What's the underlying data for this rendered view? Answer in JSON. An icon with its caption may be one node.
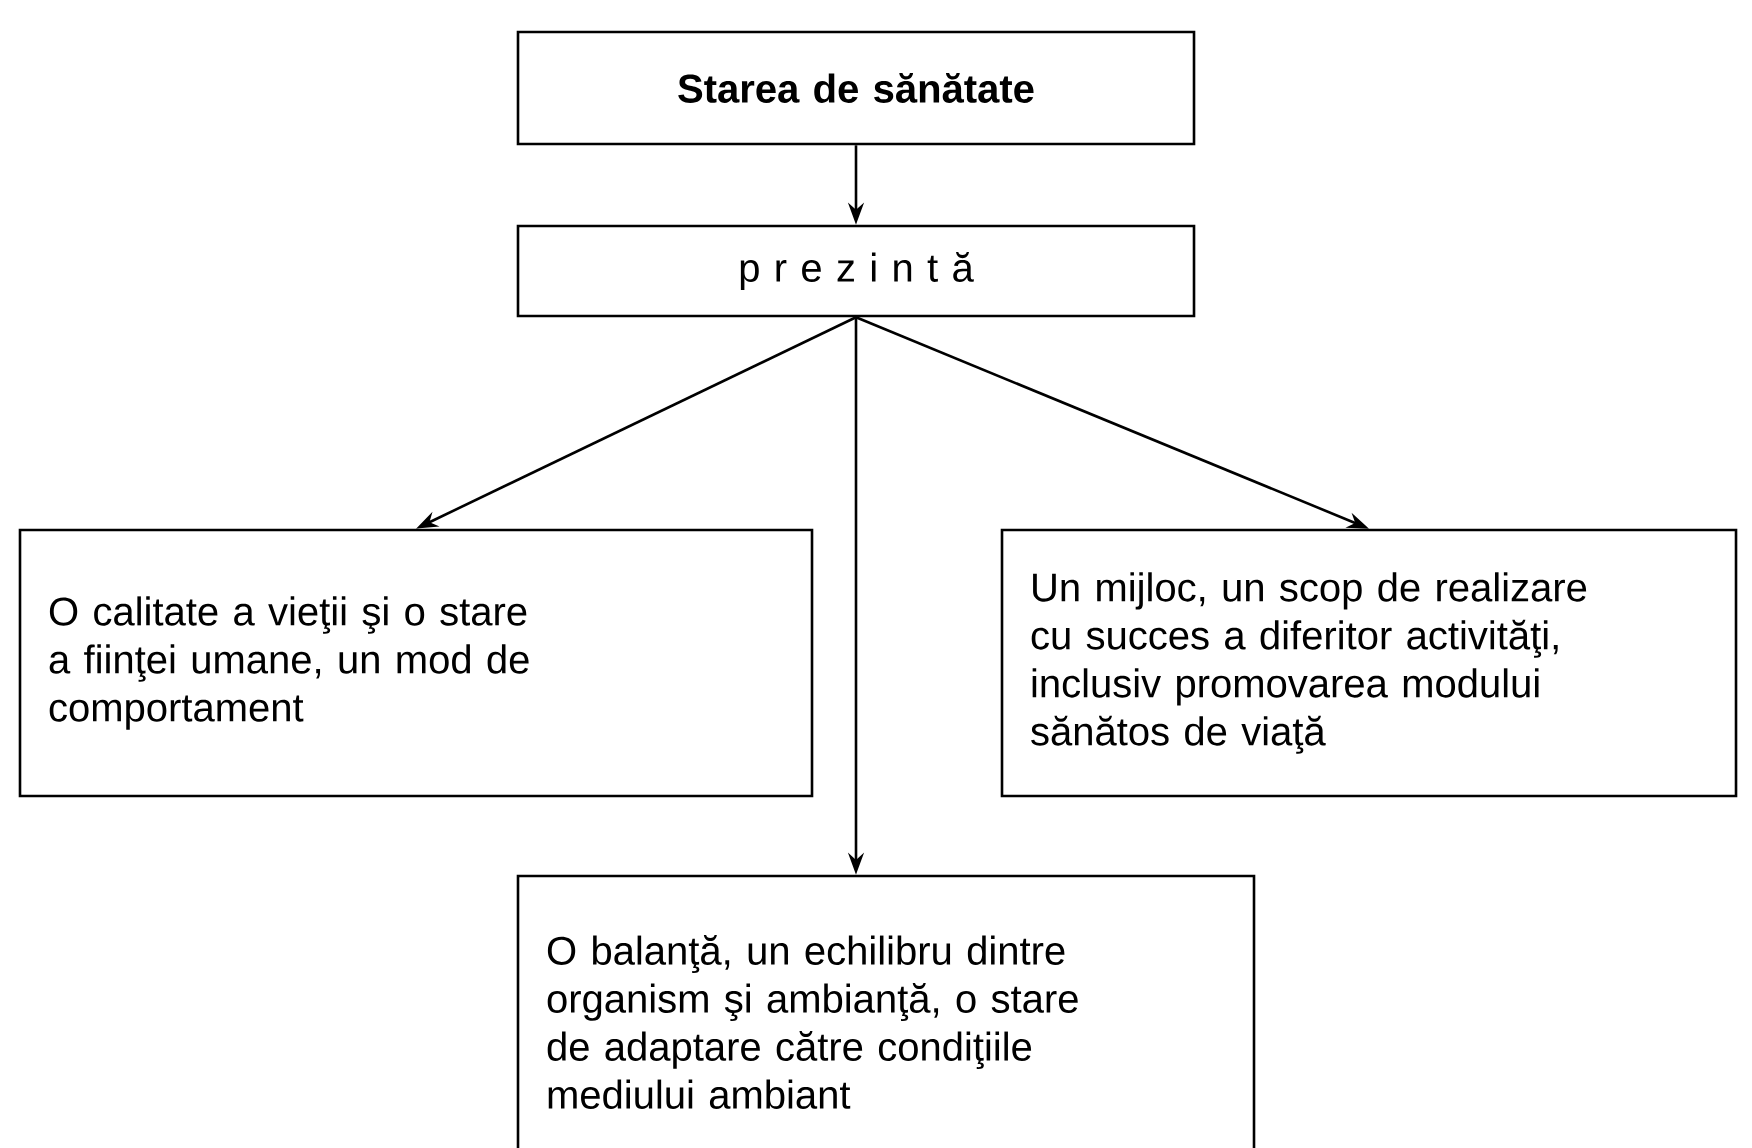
{
  "diagram": {
    "nodes": [
      {
        "text": [
          "Starea de sănătate"
        ]
      },
      {
        "text": [
          "p r e z i n t ă"
        ]
      },
      {
        "text": [
          "O calitate a vieţii şi o stare a fiinţei umane, un mod de comportament"
        ]
      },
      {
        "text": [
          "Un mijloc, un scop de realizare cu succes a diferitor activităţi, inclusiv promovarea modului sănătos de viaţă"
        ]
      },
      {
        "text": [
          "O balanţă, un echilibru dintre organism şi ambianţă, o stare de adaptare către condiţiile mediului ambiant"
        ]
      }
    ],
    "edges": [
      {
        "from": 0,
        "to": 1,
        "arrow": "to"
      },
      {
        "from": 1,
        "to": 2,
        "arrow": "to"
      },
      {
        "from": 1,
        "to": 3,
        "arrow": "to"
      },
      {
        "from": 1,
        "to": 4,
        "arrow": "to"
      }
    ]
  }
}
